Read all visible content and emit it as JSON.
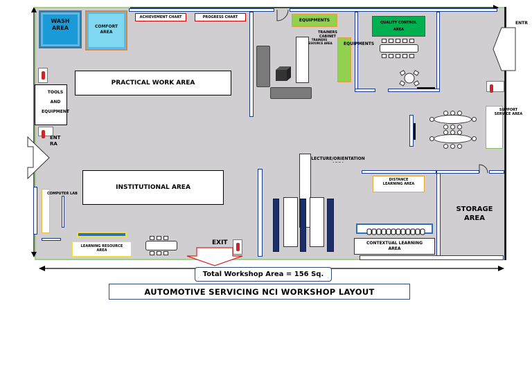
{
  "labels": {
    "wash_area": "WASH\nAREA",
    "comfort_area": "COMFORT\nAREA",
    "achievement_chart": "ACHIEVEMENT CHART",
    "progress_chart": "PROGRESS CHART",
    "equipments_top": "EQUIPMENTS",
    "quality_control": "QUALITY CONTROL\nAREA",
    "entrance_right": "ENTR",
    "trainers_cabinet": "TRAINERS\nCABINET",
    "trainers_resource": "TRAINERS\nRESOURCE AREA",
    "equipments_mid": "EQUIPMENTS",
    "practical_work_area": "PRACTICAL WORK AREA",
    "tools_equipment": "TOOLS\nAND\nEQUIPMENT",
    "support_service": "SUPPORT\nSERVICE AREA",
    "entrance_left": "ENT\nRA",
    "lecture_orientation": "LECTURE/ORIENTATION\nAREA",
    "distance_learning": "DISTANCE\nLEARNING AREA",
    "computer_lab": "COMPUTER LAB",
    "institutional_area": "INSTITUTIONAL AREA",
    "storage_area": "STORAGE\nAREA",
    "exit": "EXIT",
    "contextual_learning": "CONTEXTUAL LEARNING\nAREA",
    "learning_resource": "LEARNING RESOURCE\nAREA",
    "total_area": "Total Workshop Area = 156 Sq.",
    "title": "AUTOMOTIVE SERVICING NCI WORKSHOP LAYOUT"
  },
  "icons": {
    "extinguisher": "fire-extinguisher-icon",
    "door": "door-swing-icon",
    "arrow": "dimension-arrow-icon"
  },
  "colors": {
    "floor": "#d0ced0",
    "wash": "#1a9ad6",
    "comfort": "#7fd8f0",
    "equip_green": "#92d050",
    "qc_green": "#00b050",
    "exit_red": "#e02020",
    "wall_blue": "#1b3a8a",
    "dark_bench": "#1d2f6b"
  }
}
